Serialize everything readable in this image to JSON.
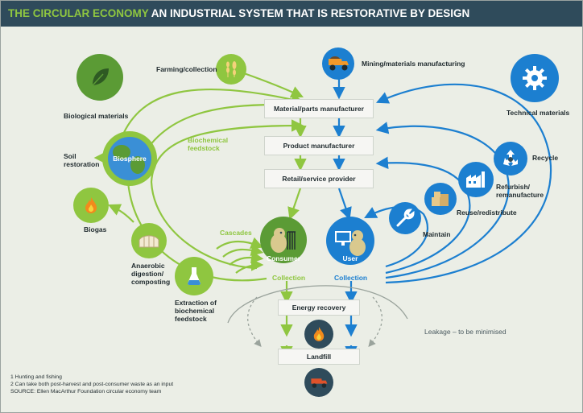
{
  "title": {
    "main": "THE CIRCULAR ECONOMY",
    "sub": "AN INDUSTRIAL SYSTEM THAT IS RESTORATIVE BY DESIGN"
  },
  "colors": {
    "bio_green": "#8fc640",
    "dark_green": "#5b9b35",
    "tech_blue": "#1c7fd0",
    "navy": "#2f4b5b",
    "background": "#ebeee6"
  },
  "flow_boxes": {
    "material_parts_manufacturer": "Material/parts manufacturer",
    "product_manufacturer": "Product manufacturer",
    "retail_service_provider": "Retail/service provider",
    "energy_recovery": "Energy recovery",
    "landfill": "Landfill"
  },
  "biological": {
    "biological_materials": "Biological materials",
    "farming_collection": "Farming/collection",
    "biochemical_feedstock": "Biochemical feedstock",
    "soil_restoration": "Soil restoration",
    "biosphere": "Biosphere",
    "biogas": "Biogas",
    "anaerobic_digestion": "Anaerobic digestion/ composting",
    "extraction": "Extraction of biochemical feedstock",
    "cascades": "Cascades",
    "consumer": "Consumer",
    "collection": "Collection"
  },
  "technical": {
    "mining": "Mining/materials manufacturing",
    "technical_materials": "Technical materials",
    "recycle": "Recycle",
    "refurbish": "Refurbish/ remanufacture",
    "reuse": "Reuse/redistribute",
    "maintain": "Maintain",
    "user": "User",
    "collection": "Collection",
    "leakage": "Leakage – to be minimised"
  },
  "icons": {
    "leaf": "leaf-icon",
    "wheat": "wheat-fish-icon",
    "globe": "globe-icon",
    "flame": "flame-icon",
    "greenhouse": "greenhouse-icon",
    "flask": "flask-icon",
    "consumer": "consumer-icon",
    "truck": "mining-truck-icon",
    "gear": "gear-icon",
    "recycle": "recycle-icon",
    "factory": "factory-icon",
    "boxes": "boxes-icon",
    "wrench": "wrench-icon",
    "user": "user-computer-icon",
    "landfill_truck": "landfill-truck-icon"
  },
  "footnotes": [
    "1 Hunting and fishing",
    "2 Can take both post-harvest and post-consumer waste as an input",
    "SOURCE: Ellen MacArthur Foundation circular economy team"
  ]
}
